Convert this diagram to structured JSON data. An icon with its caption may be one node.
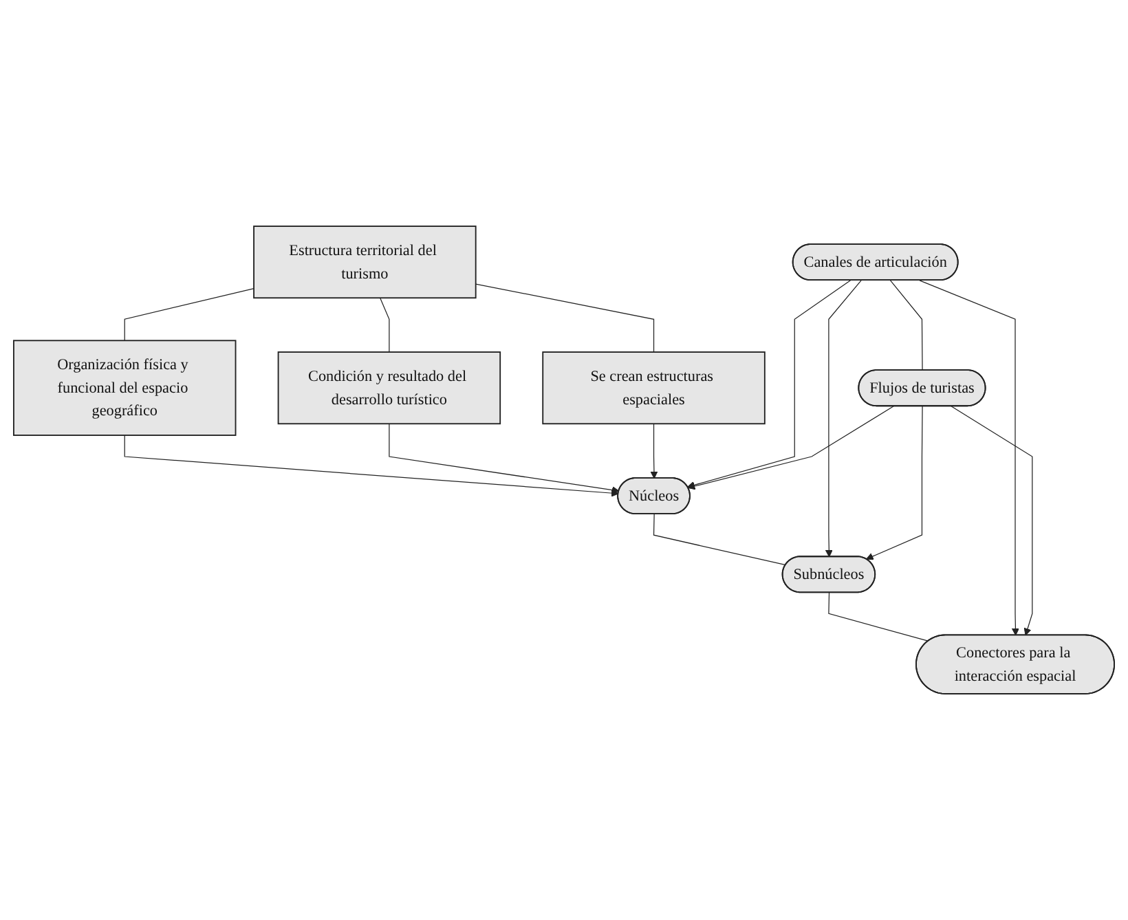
{
  "diagram": {
    "nodes": [
      {
        "text": [
          "Estructura territorial del turismo"
        ]
      },
      {
        "text": [
          "Organización física y funcional del espacio geográfico"
        ]
      },
      {
        "text": [
          "Condición y resultado del desarrollo turístico"
        ]
      },
      {
        "text": [
          "Se crean estructuras espaciales"
        ]
      },
      {
        "text": [
          "Canales de articulación"
        ]
      },
      {
        "text": [
          "Núcleos"
        ]
      },
      {
        "text": [
          "Flujos de turistas"
        ]
      },
      {
        "text": [
          "Subnúcleos"
        ]
      },
      {
        "text": [
          "Conectores para la interacción espacial"
        ]
      }
    ],
    "edges": [
      {
        "from": 0,
        "to": 1,
        "arrow": "none"
      },
      {
        "from": 0,
        "to": 2,
        "arrow": "none"
      },
      {
        "from": 0,
        "to": 3,
        "arrow": "none"
      },
      {
        "from": 1,
        "to": 5,
        "arrow": "to"
      },
      {
        "from": 2,
        "to": 5,
        "arrow": "to"
      },
      {
        "from": 3,
        "to": 5,
        "arrow": "to"
      },
      {
        "from": 4,
        "to": 6,
        "arrow": "none"
      },
      {
        "from": 4,
        "to": 5,
        "arrow": "to"
      },
      {
        "from": 6,
        "to": 5,
        "arrow": "to"
      },
      {
        "from": 5,
        "to": 7,
        "arrow": "none"
      },
      {
        "from": 4,
        "to": 7,
        "arrow": "to"
      },
      {
        "from": 6,
        "to": 7,
        "arrow": "to"
      },
      {
        "from": 7,
        "to": 8,
        "arrow": "none"
      },
      {
        "from": 4,
        "to": 8,
        "arrow": "to"
      },
      {
        "from": 6,
        "to": 8,
        "arrow": "to"
      }
    ]
  }
}
